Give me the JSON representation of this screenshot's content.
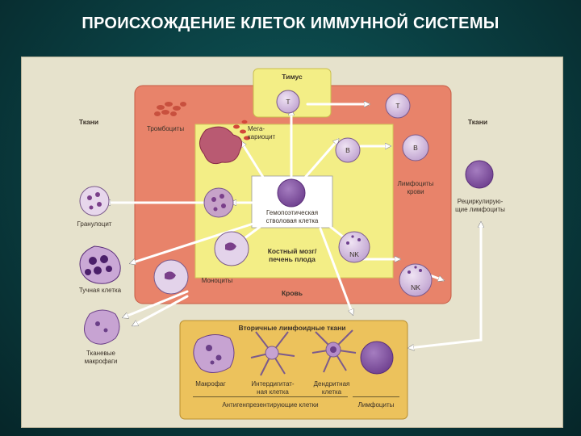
{
  "title": "ПРОИСХОЖДЕНИЕ КЛЕТОК ИММУННОЙ СИСТЕМЫ",
  "zones": {
    "thymus": "Тимус",
    "tissues_left": "Ткани",
    "tissues_right": "Ткани",
    "blood": "Кровь",
    "bone_marrow": [
      "Костный мозг/",
      "печень плода"
    ],
    "secondary": "Вторичные лимфоидные ткани"
  },
  "cells": {
    "thymus_t": "T",
    "blood_t": "T",
    "marrow_b": "B",
    "blood_b": "B",
    "marrow_nk": "NK",
    "blood_nk": "NK",
    "platelets": "Тромбоциты",
    "megakaryocyte": [
      "Мега-",
      "кариоцит"
    ],
    "stem_cell": [
      "Гемопоэтическая",
      "стволовая клетка"
    ],
    "blood_lymphocytes": [
      "Лимфоциты",
      "крови"
    ],
    "recirculating": [
      "Рециркулирую-",
      "щие лимфоциты"
    ],
    "granulocyte": "Гранулоцит",
    "mast_cell": "Тучная клетка",
    "monocytes": "Моноциты",
    "tissue_macrophages": [
      "Тканевые",
      "макрофаги"
    ],
    "macrophage": "Макрофаг",
    "interdigitating": [
      "Интердигитат-",
      "ная клетка"
    ],
    "dendritic": [
      "Дендритная",
      "клетка"
    ],
    "apc": "Антигенпрезентирующие клетки",
    "lymphocytes": "Лимфоциты"
  },
  "colors": {
    "background": "#0a3d40",
    "panel": "#e6e2cc",
    "blood_zone": "#e8836a",
    "marrow_zone": "#f3ee86",
    "thymus_zone": "#f3ee86",
    "secondary_zone": "#ecc25c",
    "cell_fill": "#cdb4dc",
    "nucleus": "#8a5aa6"
  }
}
